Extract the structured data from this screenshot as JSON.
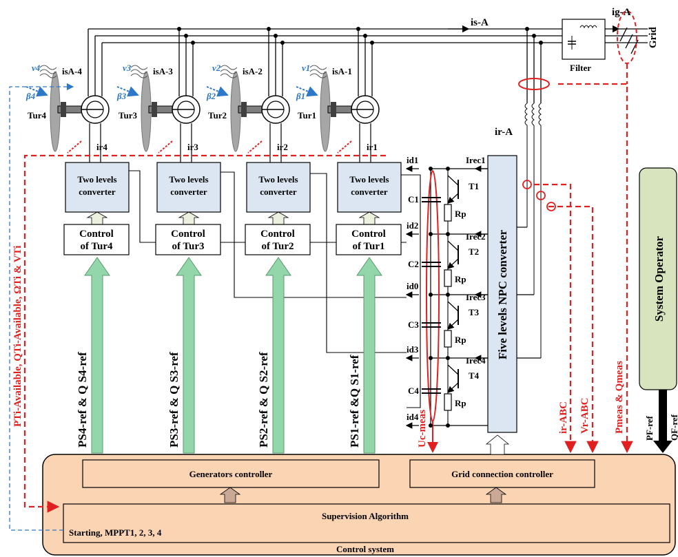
{
  "colors": {
    "control_fill": "#fbd4b4",
    "converter_fill": "#dce6f2",
    "operator_fill": "#d7e4bd",
    "arrow_green": "#92d6a9",
    "arrow_tan": "#c9a995",
    "signal_red": "#e02020",
    "signal_blue": "#2e78c8"
  },
  "turbines": [
    {
      "name": "Tur4",
      "beta": "β4",
      "wind": "v4",
      "isa": "isA-4",
      "ir": "ir4",
      "converter": "Two levels converter",
      "control": "Control of Tur4",
      "ref": "PS4-ref & Q S4-ref"
    },
    {
      "name": "Tur3",
      "beta": "β3",
      "wind": "v3",
      "isa": "isA-3",
      "ir": "ir3",
      "converter": "Two levels converter",
      "control": "Control of Tur3",
      "ref": "PS3-ref & Q S3-ref"
    },
    {
      "name": "Tur2",
      "beta": "β2",
      "wind": "v2",
      "isa": "isA-2",
      "ir": "ir2",
      "converter": "Two levels converter",
      "control": "Control of Tur2",
      "ref": "PS2-ref & Q S2-ref"
    },
    {
      "name": "Tur1",
      "beta": "β1",
      "wind": "v1",
      "isa": "isA-1",
      "ir": "ir1",
      "converter": "Two levels converter",
      "control": "Control of Tur1",
      "ref": "PS1-ref &Q S1-ref"
    }
  ],
  "grid_side": {
    "is_a": "is-A",
    "ig_a": "ig-A",
    "grid": "Grid",
    "filter": "Filter",
    "ir_a": "ir-A"
  },
  "npc": {
    "label": "Five levels NPC converter",
    "capacitors": [
      "C1",
      "C2",
      "C3",
      "C4"
    ],
    "transistors": [
      "T1",
      "T2",
      "T3",
      "T4"
    ],
    "resistors": [
      "Rp",
      "Rp",
      "Rp",
      "Rp"
    ],
    "d_currents": [
      "id1",
      "id2",
      "id0",
      "id3",
      "id4"
    ],
    "rec_currents": [
      "Irec1",
      "Irec2",
      "Irec3",
      "Irec4"
    ],
    "uc_meas": "Uc-meas"
  },
  "measurements": {
    "left": "PTi-Available, QTi-Available, ΩTi & VTi",
    "ir_abc": "ir-ABC",
    "vr_abc": "Vr-ABC",
    "p_q_meas": "Pmeas & Qmeas"
  },
  "operator": {
    "label": "System Operator",
    "p_ref": "PF-ref",
    "q_ref": "QF-ref"
  },
  "control_system": {
    "title": "Control system",
    "generators": "Generators controller",
    "grid": "Grid connection controller",
    "supervision": "Supervision Algorithm",
    "modes": "Starting, MPPT1, 2, 3, 4"
  }
}
